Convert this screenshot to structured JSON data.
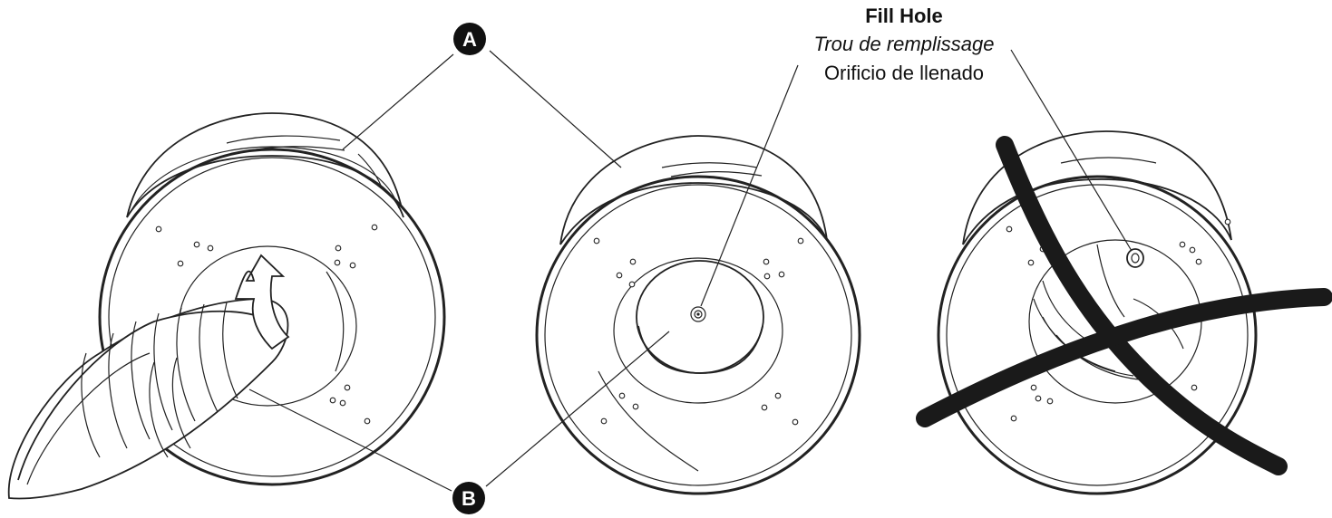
{
  "callouts": {
    "a": "A",
    "b": "B"
  },
  "fill_hole": {
    "en": "Fill Hole",
    "fr": "Trou de remplissage",
    "es": "Orificio de llenado"
  },
  "colors": {
    "ink": "#222222",
    "callout_bg": "#111111",
    "background": "#ffffff"
  }
}
